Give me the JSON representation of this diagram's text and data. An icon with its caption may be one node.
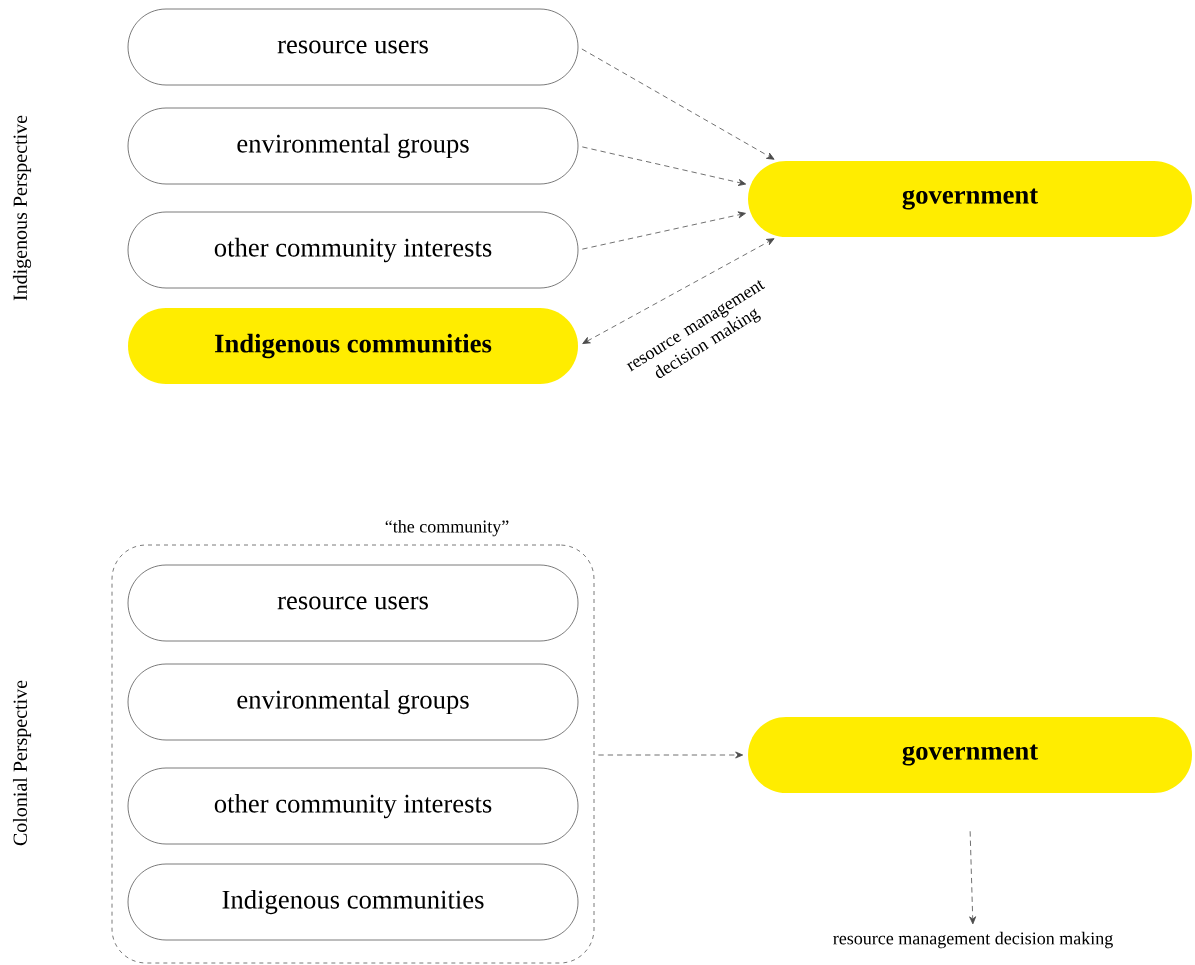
{
  "diagram": {
    "nodes": [
      {
        "text": [
          "resource users"
        ]
      },
      {
        "text": [
          "environmental groups"
        ]
      },
      {
        "text": [
          "other community interests"
        ]
      },
      {
        "text": [
          "Indigenous communities"
        ]
      },
      {
        "text": [
          "government"
        ]
      },
      {
        "text": [
          "“the community”"
        ]
      },
      {
        "text": [
          "resource users"
        ],
        "in": 5
      },
      {
        "text": [
          "environmental groups"
        ],
        "in": 5
      },
      {
        "text": [
          "other community interests"
        ],
        "in": 5
      },
      {
        "text": [
          "Indigenous communities"
        ],
        "in": 5
      },
      {
        "text": [
          "government"
        ]
      },
      {
        "text": [
          "resource management decision making"
        ]
      }
    ],
    "edges": [
      {
        "from": 0,
        "to": 4,
        "arrow": "to",
        "style": "dashed"
      },
      {
        "from": 1,
        "to": 4,
        "arrow": "to",
        "style": "dashed"
      },
      {
        "from": 2,
        "to": 4,
        "arrow": "to",
        "style": "dashed"
      },
      {
        "from": 3,
        "to": 4,
        "arrow": "both",
        "style": "dashed",
        "label": "resource management decision making"
      },
      {
        "from": 5,
        "to": 10,
        "arrow": "to",
        "style": "dashed"
      },
      {
        "from": 10,
        "to": 11,
        "arrow": "to",
        "style": "dashed"
      }
    ],
    "labels": [
      "Indigenous Perspective",
      "Colonial Perspective"
    ]
  }
}
